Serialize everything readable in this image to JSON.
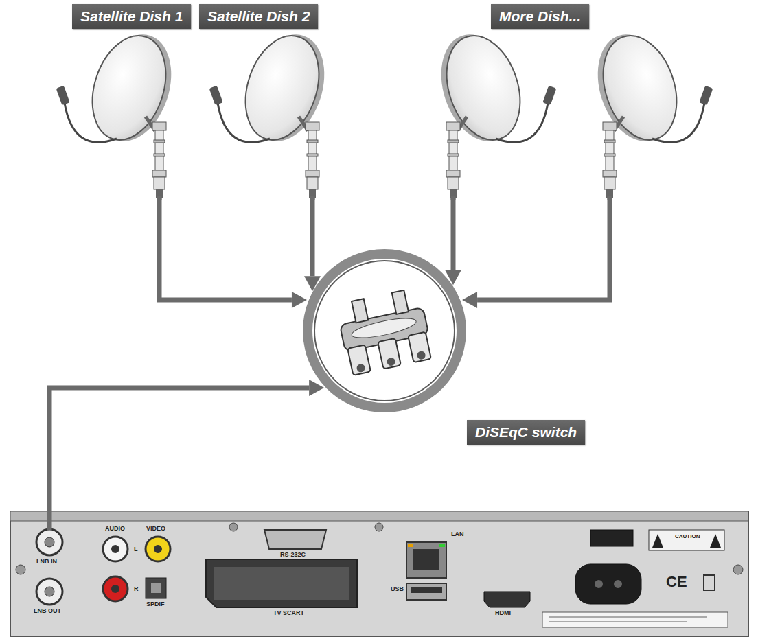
{
  "diagram": {
    "nodes": [
      {
        "text": [
          "Satellite Dish 1"
        ]
      },
      {
        "text": [
          "Satellite Dish 2"
        ]
      },
      {
        "text": [
          "More Dish..."
        ]
      },
      {
        "text": [
          "DiSEqC switch"
        ]
      },
      {
        "text": [
          "LNB IN",
          "LNB OUT",
          "AUDIO",
          "VIDEO",
          "L",
          "R",
          "SPDIF",
          "RS-232C",
          "TV SCART",
          "LAN",
          "USB",
          "HDMI",
          "CAUTION",
          "CE"
        ]
      }
    ],
    "edges": [
      {
        "from": 0,
        "to": 3,
        "arrow": "to"
      },
      {
        "from": 1,
        "to": 3,
        "arrow": "to"
      },
      {
        "from": 2,
        "to": 3,
        "arrow": "to"
      },
      {
        "from": 2,
        "to": 3,
        "arrow": "to"
      },
      {
        "from": 4,
        "to": 3,
        "arrow": "to"
      }
    ]
  }
}
